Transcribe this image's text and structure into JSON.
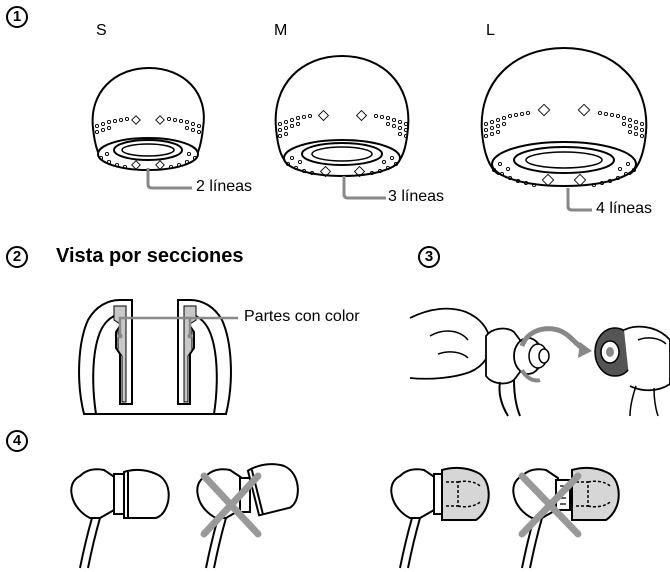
{
  "steps": [
    {
      "number": "1"
    },
    {
      "number": "2",
      "heading": "Vista por secciones"
    },
    {
      "number": "3"
    },
    {
      "number": "4"
    }
  ],
  "earbuds": [
    {
      "size": "S",
      "lines_label": "2 líneas"
    },
    {
      "size": "M",
      "lines_label": "3 líneas"
    },
    {
      "size": "L",
      "lines_label": "4 líneas"
    }
  ],
  "section_view": {
    "callout": "Partes con color"
  }
}
